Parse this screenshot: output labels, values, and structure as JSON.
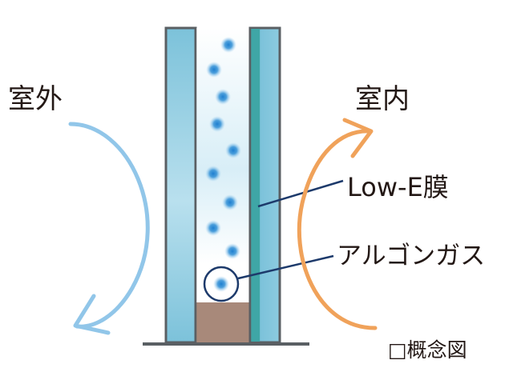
{
  "labels": {
    "outdoor": "室外",
    "indoor": "室内",
    "lowe": "Low-E膜",
    "argon": "アルゴンガス",
    "note": "□概念図"
  },
  "colors": {
    "frame": "#5a5f63",
    "outer_glass": "#8ccbe0",
    "inner_glass": "#3fa6a6",
    "spacer": "#a8897a",
    "cold_arrow": "#91c6e9",
    "warm_arrow": "#f0a25a",
    "leader": "#1d3a6b",
    "gas_dot": "#2f8fd6",
    "text": "#231815"
  }
}
